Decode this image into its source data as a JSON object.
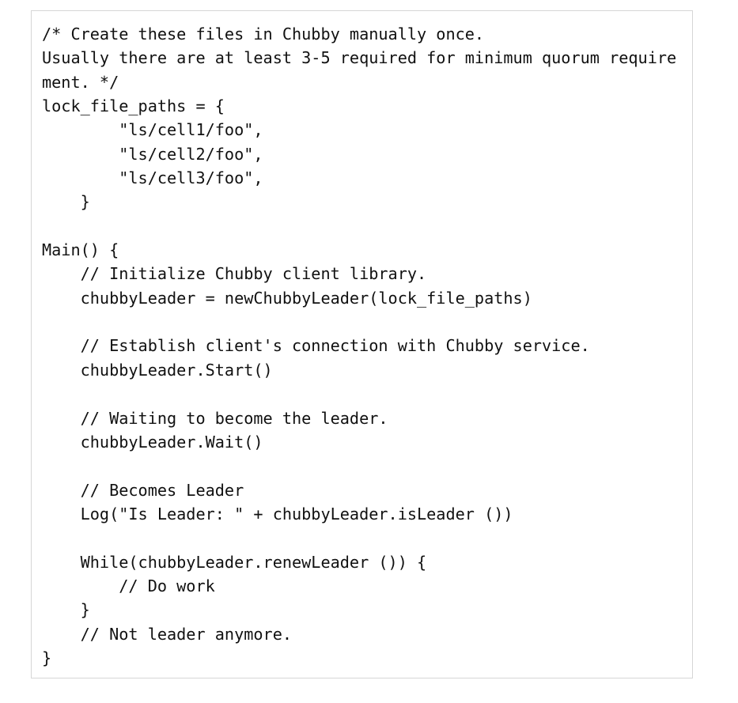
{
  "code_lines": [
    "/* Create these files in Chubby manually once.",
    "Usually there are at least 3-5 required for minimum quorum require",
    "ment. */",
    "lock_file_paths = {",
    "        \"ls/cell1/foo\",",
    "        \"ls/cell2/foo\",",
    "        \"ls/cell3/foo\",",
    "    }",
    "",
    "Main() {",
    "    // Initialize Chubby client library.",
    "    chubbyLeader = newChubbyLeader(lock_file_paths)",
    "",
    "    // Establish client's connection with Chubby service.",
    "    chubbyLeader.Start()",
    "",
    "    // Waiting to become the leader.",
    "    chubbyLeader.Wait()",
    "",
    "    // Becomes Leader",
    "    Log(\"Is Leader: \" + chubbyLeader.isLeader ())",
    "",
    "    While(chubbyLeader.renewLeader ()) {",
    "        // Do work",
    "    }",
    "    // Not leader anymore.",
    "}"
  ]
}
